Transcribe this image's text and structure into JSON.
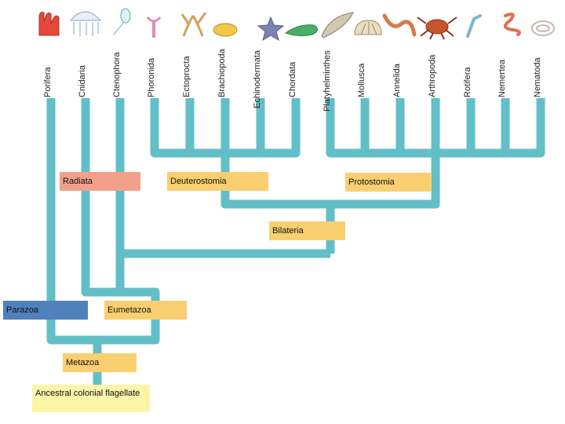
{
  "phyla": [
    "Porifera",
    "Cnidaria",
    "Ctenophora",
    "Phoronida",
    "Ectoprocta",
    "Brachiopoda",
    "Echinodermata",
    "Chordata",
    "Platyhelminthes",
    "Mollusca",
    "Annelida",
    "Arthropoda",
    "Rotifera",
    "Nemertea",
    "Nematoda"
  ],
  "clades": {
    "radiata": "Radiata",
    "deuterostomia": "Deuterostomia",
    "protostomia": "Protostomia",
    "bilateria": "Bilateria",
    "parazoa": "Parazoa",
    "eumetazoa": "Eumetazoa",
    "metazoa": "Metazoa",
    "ancestor": "Ancestral colonial flagellate"
  },
  "colors": {
    "branch": "#62bfc7",
    "radiata": "#f2a08a",
    "parazoa": "#4f81bd",
    "clade_box": "#f9cf6f",
    "ancestor": "#fbf5a8"
  },
  "icons": [
    "sponge-icon",
    "jellyfish-icon",
    "comb-jelly-icon",
    "phoronid-icon",
    "bryozoan-icon",
    "brachiopod-icon",
    "sea-star-icon",
    "lancelet-icon",
    "flatworm-icon",
    "clam-icon",
    "earthworm-icon",
    "crab-icon",
    "rotifer-icon",
    "ribbon-worm-icon",
    "roundworm-icon"
  ]
}
